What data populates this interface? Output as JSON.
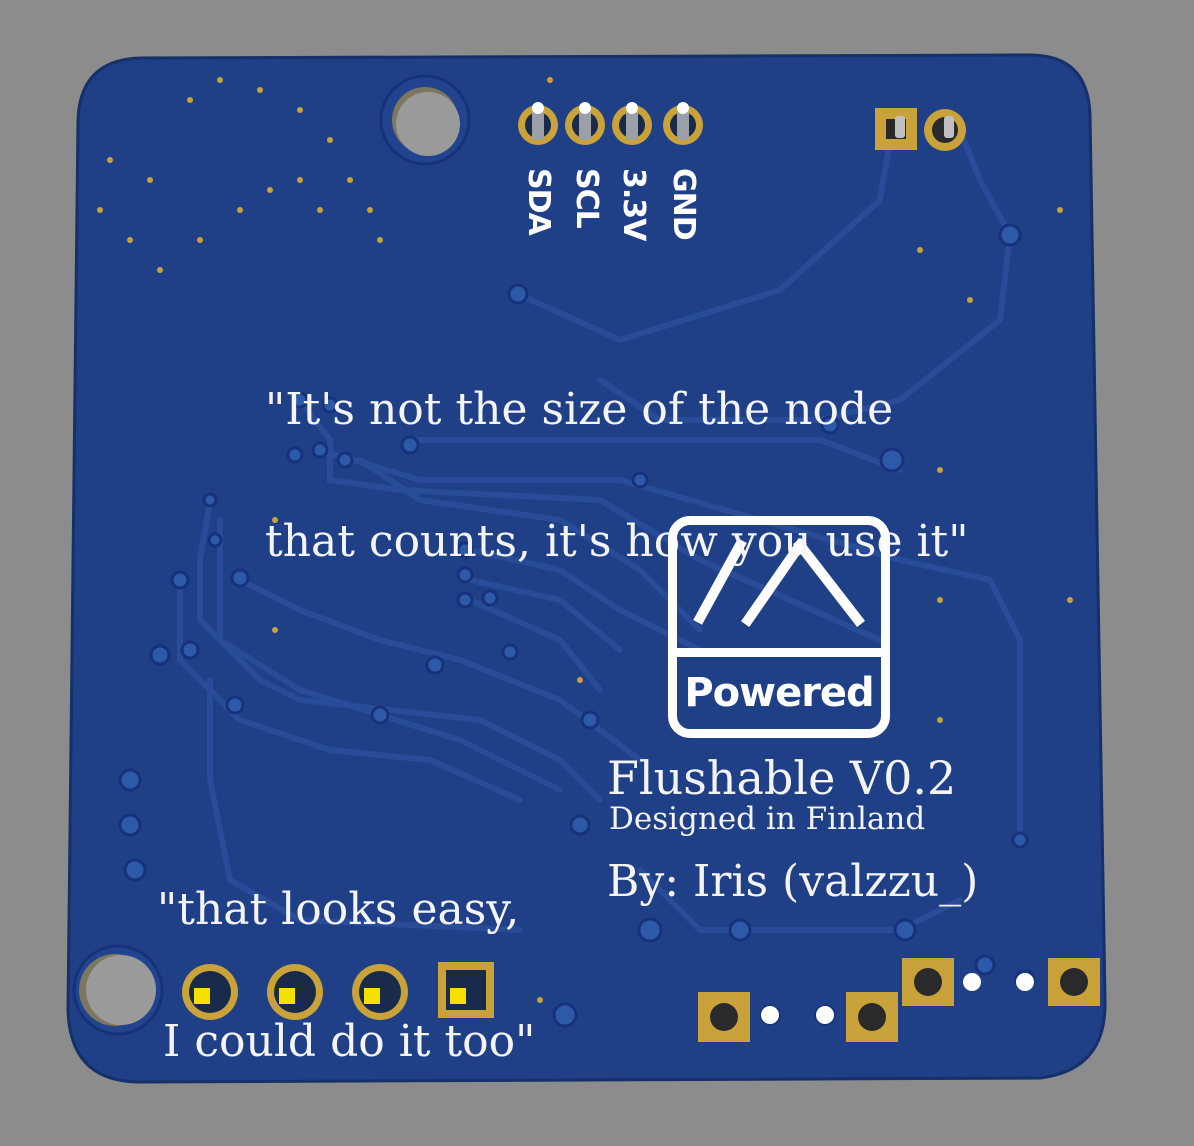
{
  "board": {
    "pin_labels": [
      "SDA",
      "SCL",
      "3.3V",
      "GND"
    ],
    "quote_top": [
      "\"It's not the size of the node",
      "that counts, it's how you use it\""
    ],
    "quote_bottom": [
      "\"that looks easy,",
      "I could do it too\""
    ],
    "title": "Flushable V0.2",
    "subtitle": "Designed in Finland",
    "author": "By: Iris (valzzu_)",
    "logo_text": "Powered"
  },
  "colors": {
    "background": "#8c8c8c",
    "pcb": "#1f3f86",
    "trace": "#2a4e9a",
    "gold": "#c9a23a",
    "silkscreen": "#f4f4f4"
  }
}
